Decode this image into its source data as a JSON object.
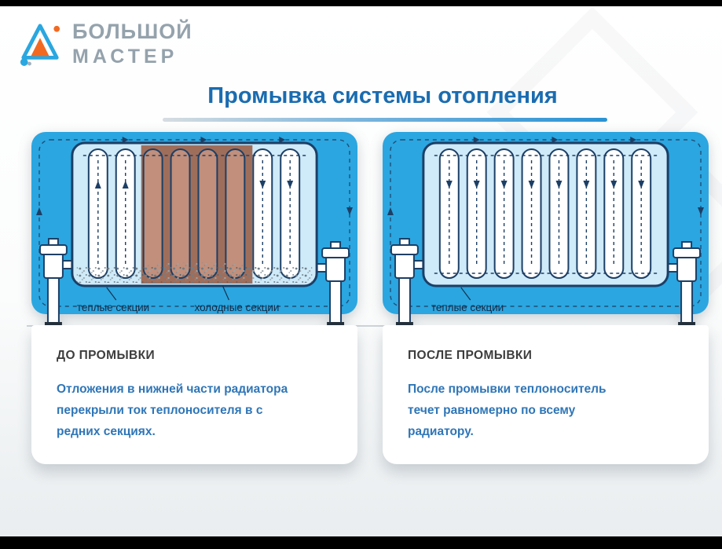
{
  "logo": {
    "line1": "БОЛЬШОЙ",
    "line2": "МАСТЕР"
  },
  "title": "Промывка системы отопления",
  "panels": [
    {
      "heading": "ДО ПРОМЫВКИ",
      "body": "Отложения в нижней части радиатора\nперекрыли ток теплоносителя в с\nредних секциях.",
      "label_warm": "теплые секции",
      "label_cold": "холодные секции"
    },
    {
      "heading": "ПОСЛЕ ПРОМЫВКИ",
      "body": "После промывки теплоноситель\nтечет равномерно по всему\nрадиатору.",
      "label_warm": "теплые секции"
    }
  ],
  "colors": {
    "panel_blue": "#2BA6E0",
    "radiator_fill": "#CFEAF8",
    "outline_navy": "#1C3F66",
    "blocked_brown_dark": "#9F6E5B",
    "blocked_brown_light": "#C18F7B",
    "title_blue": "#1A6CB0",
    "body_text_blue": "#2F76B7",
    "heading_dark": "#3D3D3D",
    "logo_gray": "#94A2AC",
    "logo_orange": "#F26A21",
    "logo_blue": "#2AA7E0"
  }
}
